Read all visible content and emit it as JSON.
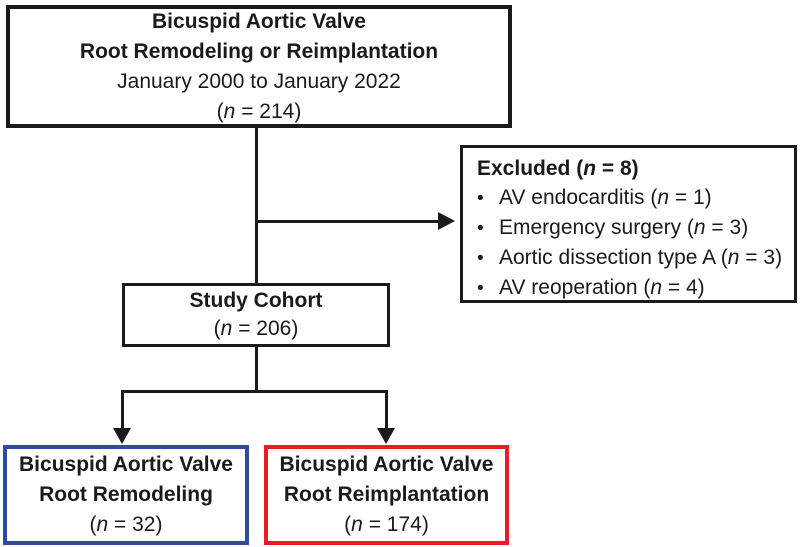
{
  "colors": {
    "line": "#1a1a1a",
    "remodeling_border": "#2e4b9c",
    "reimplantation_border": "#ec1c24"
  },
  "bullet": "•",
  "top_box": {
    "title_line1": "Bicuspid Aortic Valve",
    "title_line2": "Root Remodeling or Reimplantation",
    "subtitle": "January 2000 to January 2022",
    "count": {
      "pre": "(",
      "var": "n",
      "post": " = 214)"
    }
  },
  "excluded_box": {
    "heading": {
      "pre": "Excluded (",
      "var": "n",
      "post": " = 8)"
    },
    "items": [
      {
        "pre": "AV endocarditis (",
        "var": "n",
        "post": " = 1)"
      },
      {
        "pre": "Emergency surgery (",
        "var": "n",
        "post": " = 3)"
      },
      {
        "pre": "Aortic dissection type A (",
        "var": "n",
        "post": " = 3)"
      },
      {
        "pre": "AV reoperation (",
        "var": "n",
        "post": " = 4)"
      }
    ]
  },
  "study_box": {
    "title": "Study Cohort",
    "count": {
      "pre": "(",
      "var": "n",
      "post": " = 206)"
    }
  },
  "remodeling_box": {
    "line1": "Bicuspid Aortic Valve",
    "line2": "Root Remodeling",
    "count": {
      "pre": "(",
      "var": "n",
      "post": " = 32)"
    }
  },
  "reimplantation_box": {
    "line1": "Bicuspid Aortic Valve",
    "line2": "Root Reimplantation",
    "count": {
      "pre": "(",
      "var": "n",
      "post": " = 174)"
    }
  }
}
